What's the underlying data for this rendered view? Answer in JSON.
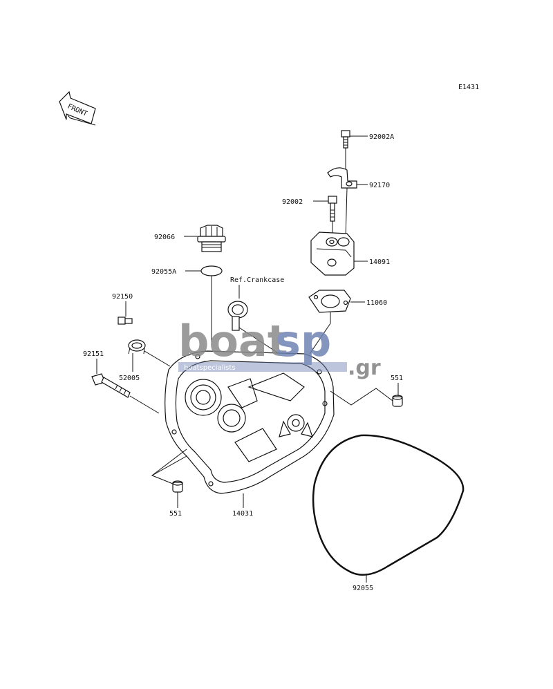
{
  "diagram": {
    "code": "E1431",
    "front_label": "FRONT",
    "ref_label": "Ref.Crankcase",
    "parts": {
      "p92002A": "92002A",
      "p92170": "92170",
      "p92002": "92002",
      "p14091": "14091",
      "p11060": "11060",
      "p92066": "92066",
      "p92055A": "92055A",
      "p92150": "92150",
      "p92151": "92151",
      "p52005": "52005",
      "p551_right": "551",
      "p551_left": "551",
      "p14031": "14031",
      "p92055": "92055"
    }
  },
  "watermark": {
    "brand_left": "boat",
    "brand_right": "sp",
    "suffix": ".gr",
    "tagline": "boatspecialists",
    "color_gray": "#8a8a8a",
    "color_blue": "#6f83b3"
  }
}
